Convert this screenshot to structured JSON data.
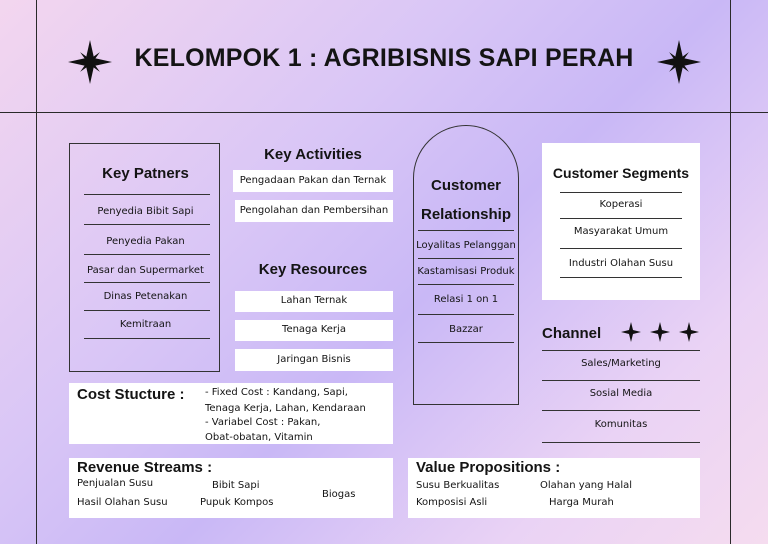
{
  "title": "KELOMPOK 1 : AGRIBISNIS SAPI PERAH",
  "icons": {
    "left": "four-point-star-icon",
    "right": "four-point-star-icon",
    "channel": "four-point-star-icon"
  },
  "key_partners": {
    "heading": "Key Patners",
    "items": [
      "Penyedia Bibit Sapi",
      "Penyedia Pakan",
      "Pasar dan Supermarket",
      "Dinas Petenakan",
      "Kemitraan"
    ]
  },
  "key_activities": {
    "heading": "Key Activities",
    "items": [
      "Pengadaan Pakan dan Ternak",
      "Pengolahan dan Pembersihan"
    ]
  },
  "key_resources": {
    "heading": "Key Resources",
    "items": [
      "Lahan Ternak",
      "Tenaga Kerja",
      "Jaringan Bisnis"
    ]
  },
  "customer_relationship": {
    "heading_line1": "Customer",
    "heading_line2": "Relationship",
    "items": [
      "Loyalitas Pelanggan",
      "Kastamisasi Produk",
      "Relasi 1 on 1",
      "Bazzar"
    ]
  },
  "customer_segments": {
    "heading": "Customer Segments",
    "items": [
      "Koperasi",
      "Masyarakat Umum",
      "Industri Olahan Susu"
    ]
  },
  "channel": {
    "heading": "Channel",
    "items": [
      "Sales/Marketing",
      "Sosial Media",
      "Komunitas"
    ]
  },
  "cost_structure": {
    "heading": "Cost Stucture :",
    "lines": [
      "- Fixed Cost : Kandang, Sapi,",
      "Tenaga Kerja, Lahan, Kendaraan",
      "- Variabel Cost : Pakan,",
      "Obat-obatan, Vitamin"
    ]
  },
  "revenue_streams": {
    "heading": "Revenue Streams :",
    "items": [
      "Penjualan Susu",
      "Hasil Olahan Susu",
      "Bibit Sapi",
      "Pupuk Kompos",
      "Biogas"
    ]
  },
  "value_propositions": {
    "heading": "Value Propositions :",
    "items": [
      "Susu Berkualitas",
      "Komposisi Asli",
      "Olahan yang Halal",
      "Harga Murah"
    ]
  }
}
